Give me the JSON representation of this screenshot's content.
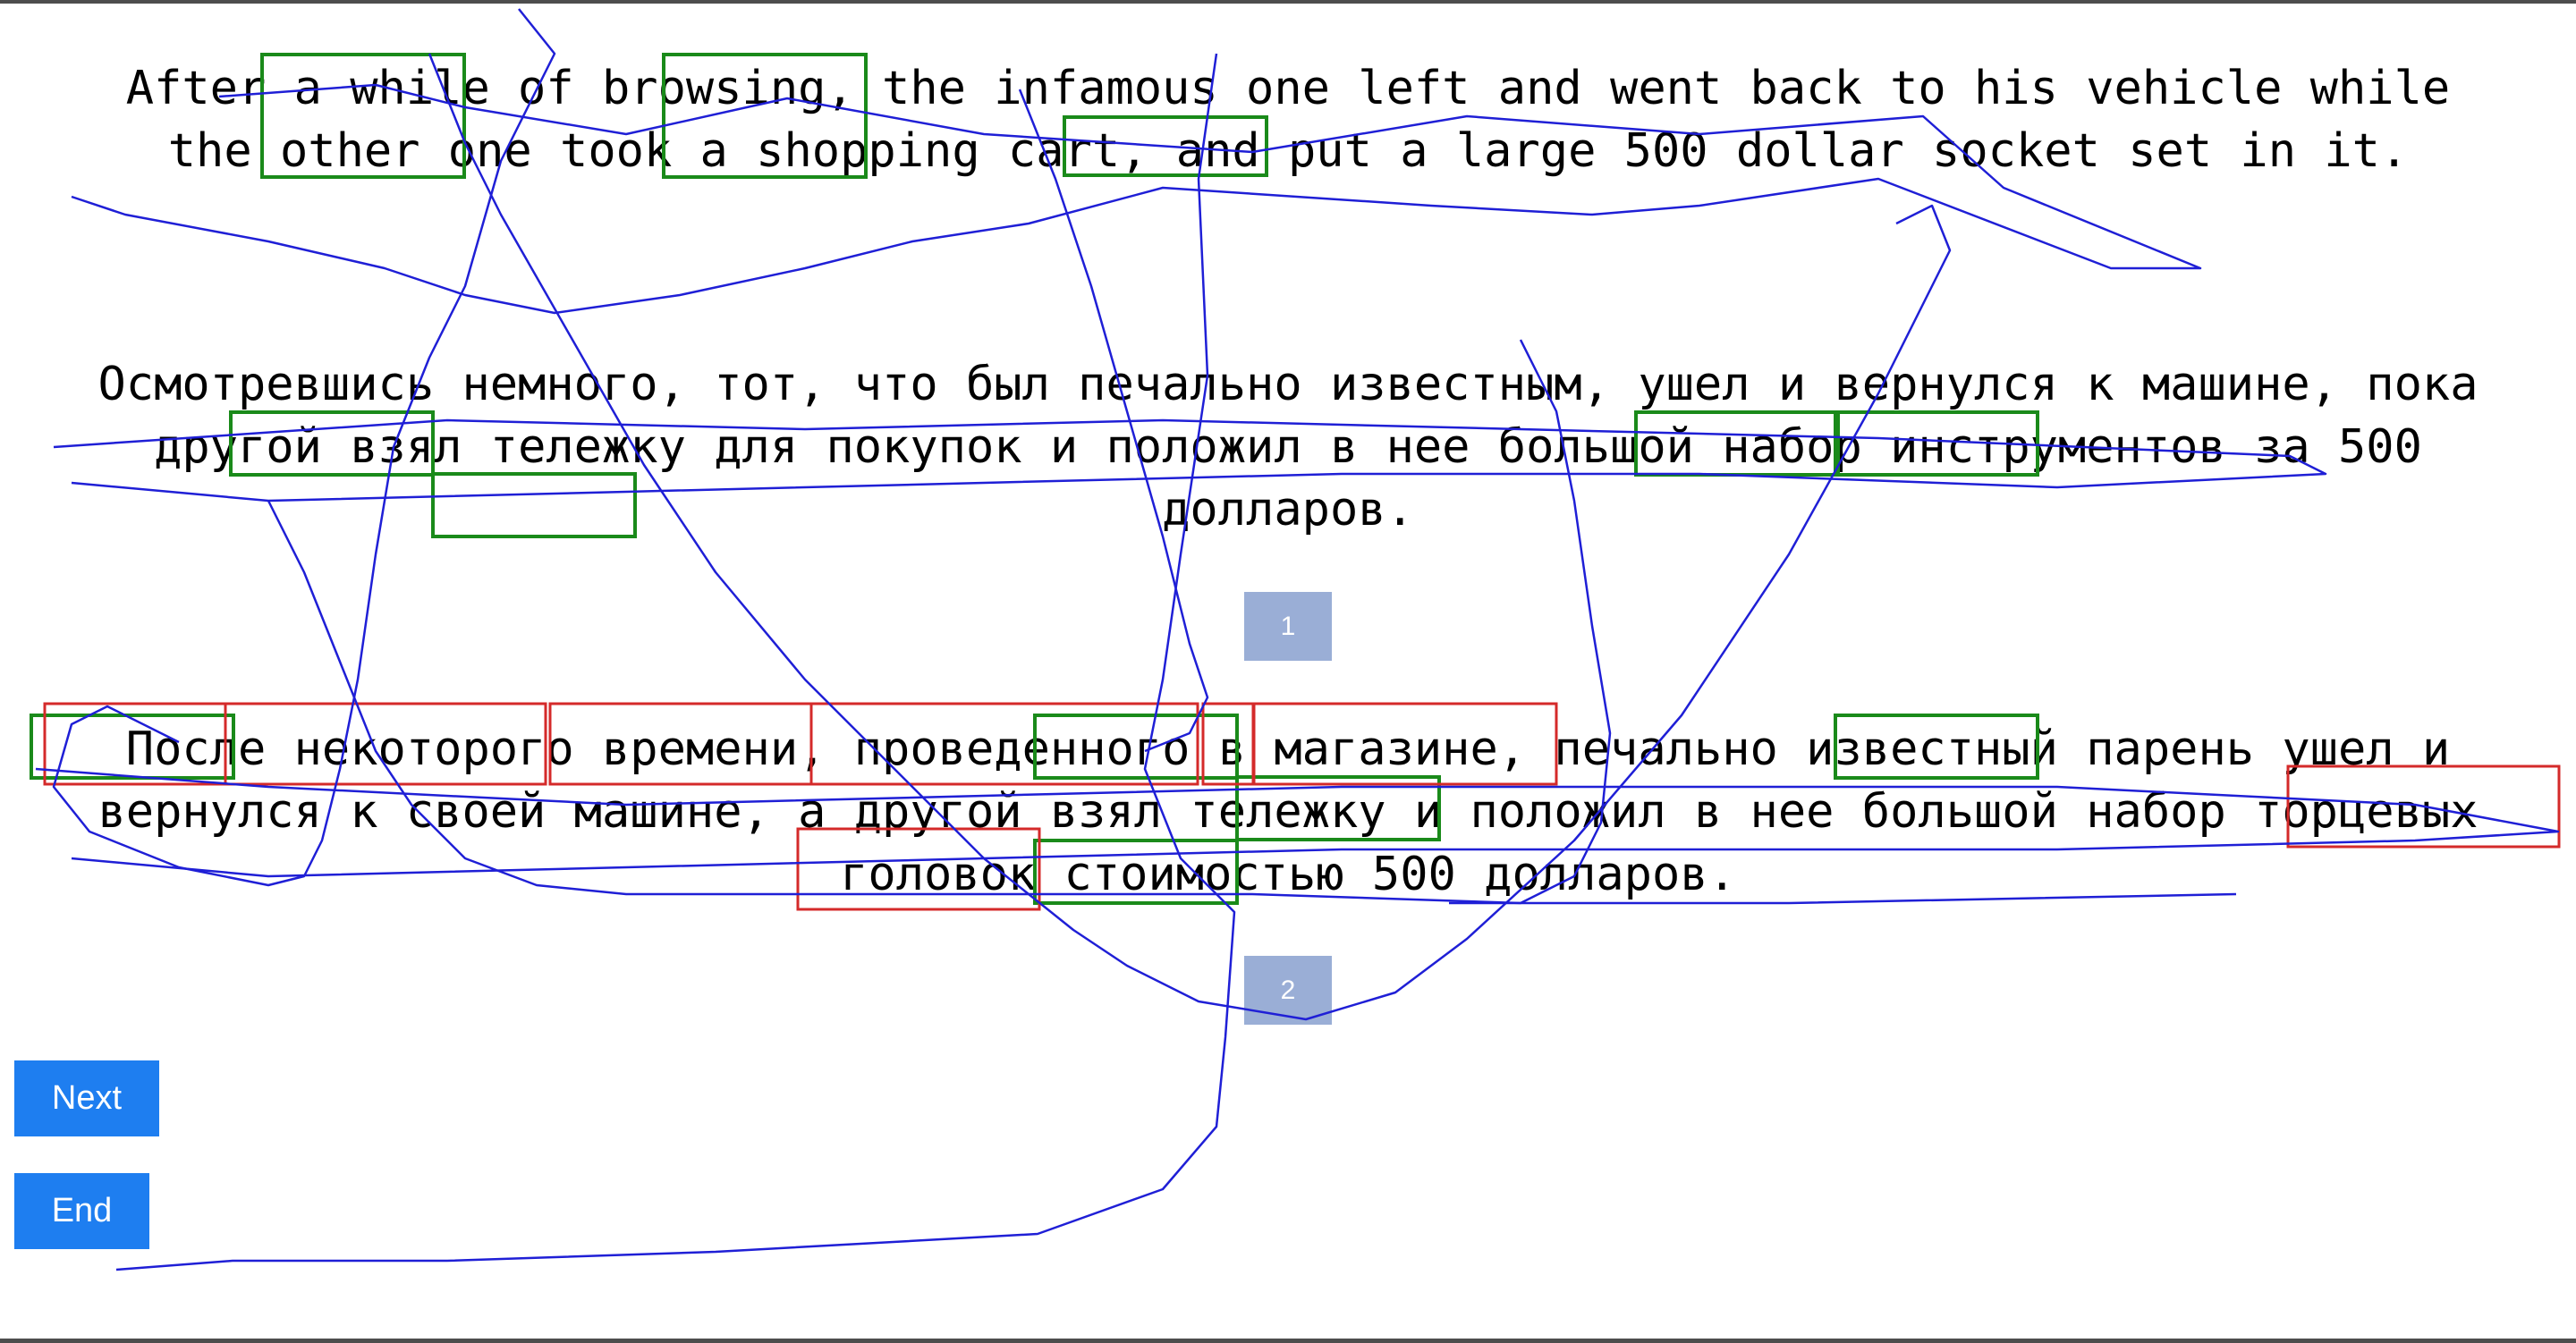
{
  "paragraphs": {
    "english": {
      "lines": [
        "After a while of browsing, the infamous one left and went back to his vehicle while",
        "the other one took a shopping cart, and put a large 500 dollar socket set in it."
      ]
    },
    "russian_1": {
      "lines": [
        "Осмотревшись немного, тот, что был печально известным, ушел и вернулся к машине, пока",
        "другой взял тележку для покупок и положил в нее большой набор инструментов за 500",
        "долларов."
      ]
    },
    "russian_2": {
      "lines": [
        "После некоторого времени, проведенного в магазине, печально известный парень ушел и",
        "вернулся к своей машине, а другой взял тележку и положил в нее большой набор торцевых",
        "головок стоимостью 500 долларов."
      ]
    }
  },
  "badges": {
    "first": "1",
    "second": "2"
  },
  "buttons": {
    "next_label": "Next",
    "end_label": "End"
  },
  "colors": {
    "gaze_trace": "#1f1fd6",
    "green_box": "#1a8a1a",
    "red_box": "#d42a2a",
    "badge": "#9aaed6",
    "button": "#1e7ef0",
    "frame": "#4d4d4d"
  }
}
